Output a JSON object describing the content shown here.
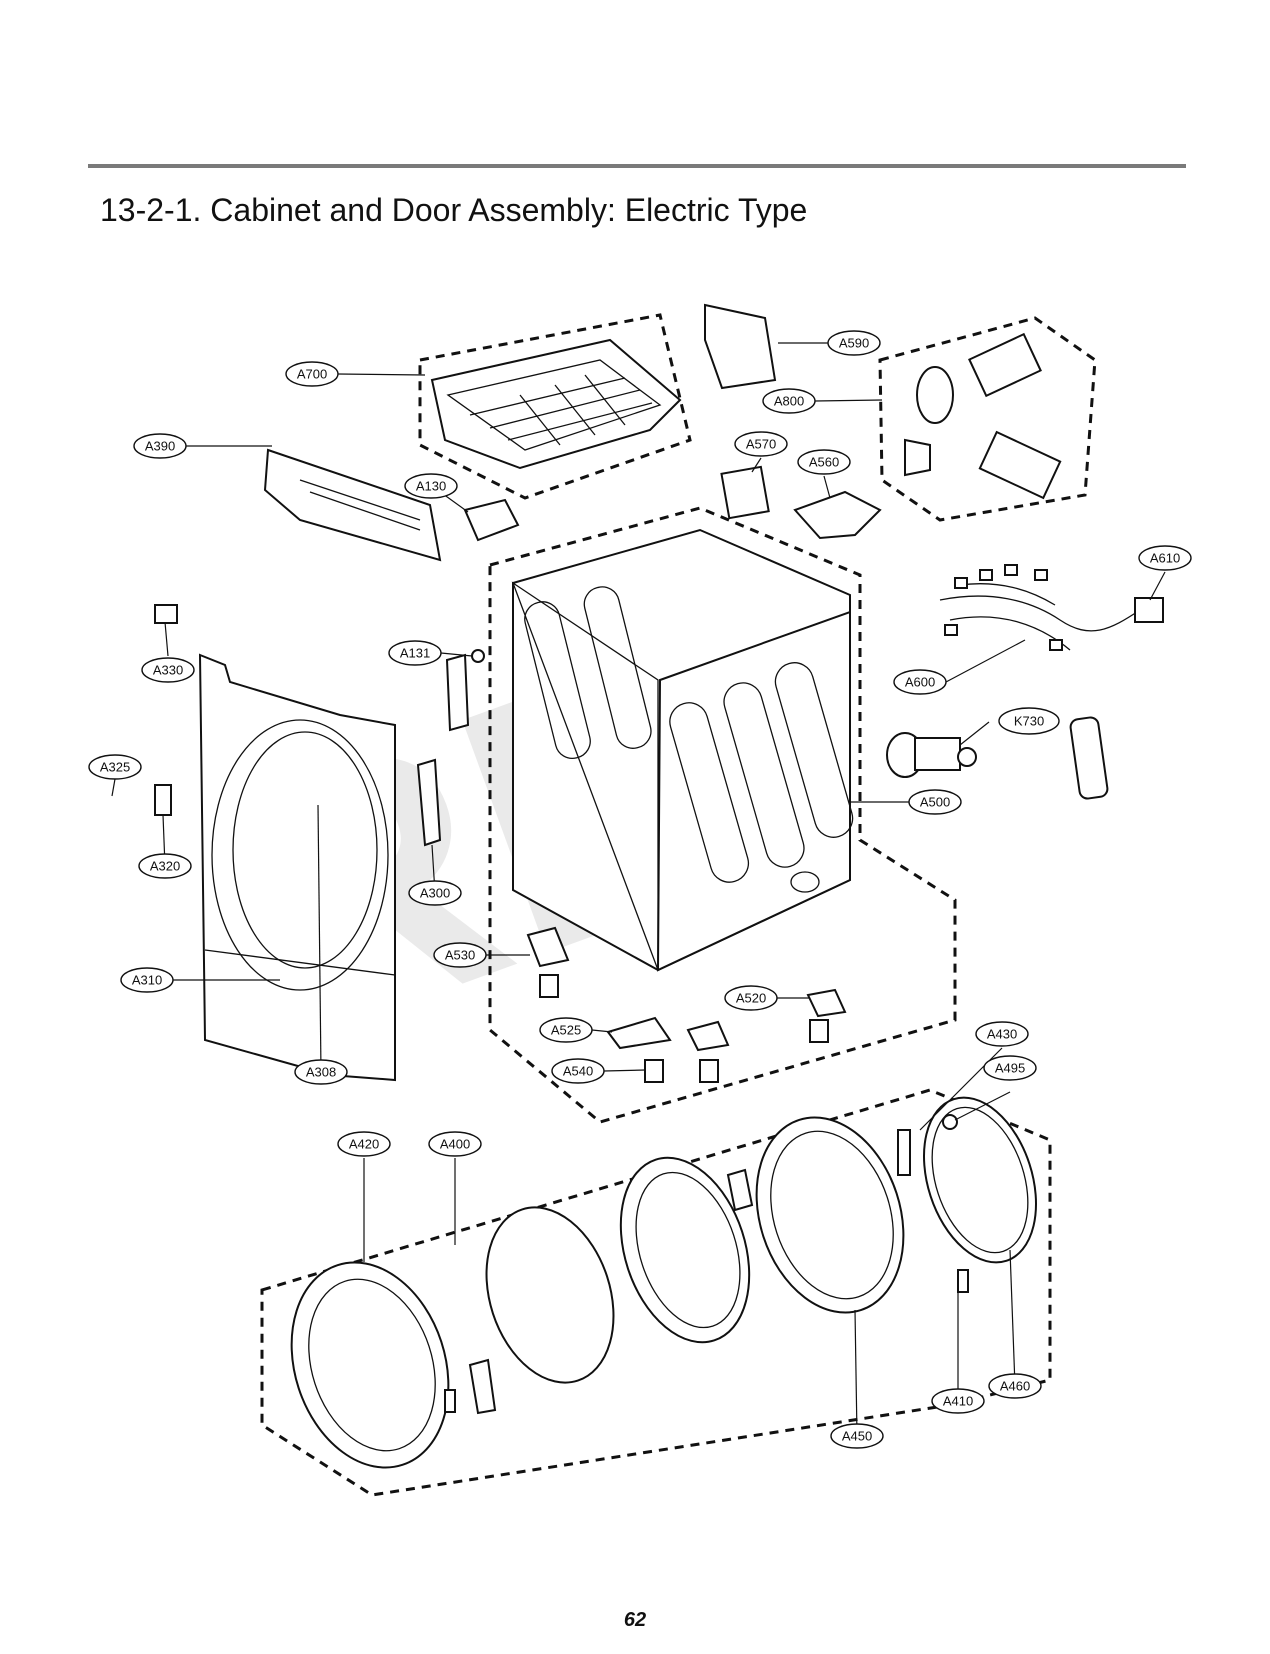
{
  "title": "13-2-1. Cabinet and Door Assembly: Electric Type",
  "page_number": "62",
  "watermark_text": "RPI",
  "callouts": [
    "A700",
    "A590",
    "A800",
    "A390",
    "A130",
    "A570",
    "A560",
    "A610",
    "A131",
    "A330",
    "A600",
    "A325",
    "K730",
    "A500",
    "A320",
    "A300",
    "A530",
    "A310",
    "A520",
    "A525",
    "A308",
    "A540",
    "A430",
    "A495",
    "A420",
    "A400",
    "A410",
    "A460",
    "A450"
  ]
}
